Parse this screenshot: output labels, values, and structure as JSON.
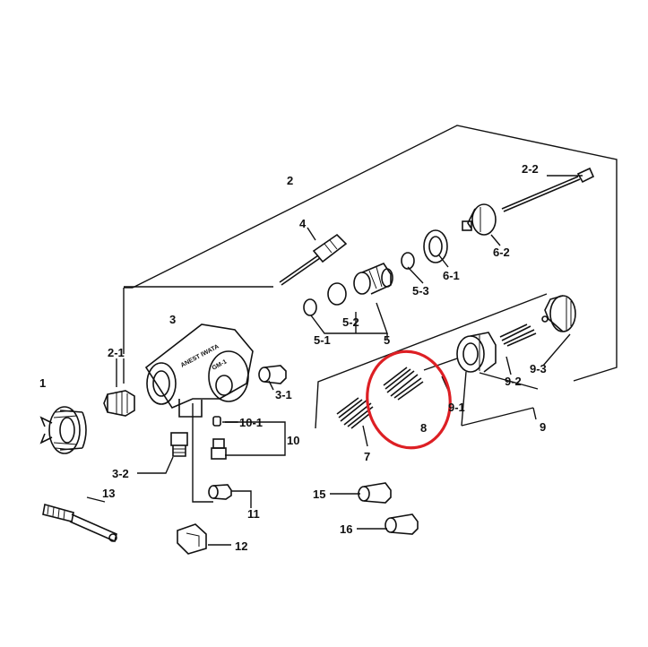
{
  "labels": {
    "p1": "1",
    "p2": "2",
    "p2_1": "2-1",
    "p2_2": "2-2",
    "p3": "3",
    "p3_1": "3-1",
    "p3_2": "3-2",
    "p4": "4",
    "p5": "5",
    "p5_1": "5-1",
    "p5_2": "5-2",
    "p5_3": "5-3",
    "p6_1": "6-1",
    "p6_2": "6-2",
    "p7": "7",
    "p8": "8",
    "p9": "9",
    "p9_1": "9-1",
    "p9_2": "9-2",
    "p9_3": "9-3",
    "p10": "10",
    "p10_1": "10-1",
    "p11": "11",
    "p12": "12",
    "p13": "13",
    "p15": "15",
    "p16": "16"
  },
  "highlight": {
    "target": "8",
    "color": "#dd1f24"
  }
}
